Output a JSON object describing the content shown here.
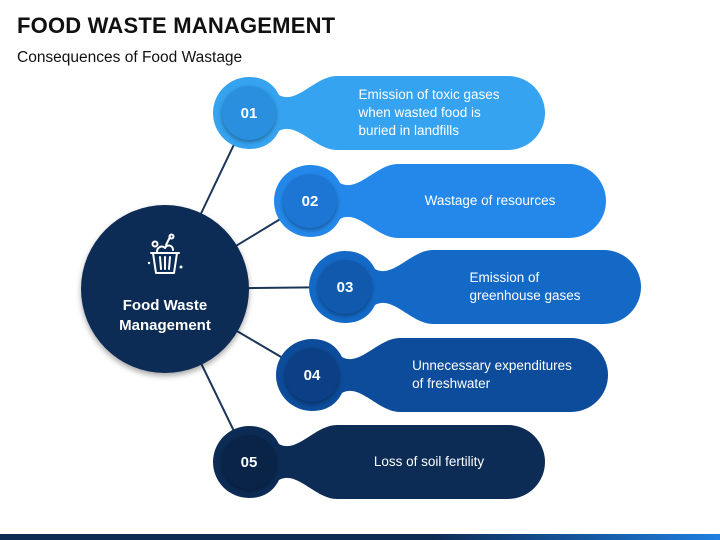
{
  "header": {
    "title": "FOOD WASTE MANAGEMENT",
    "subtitle": "Consequences of Food Wastage"
  },
  "hub": {
    "label_line1": "Food Waste",
    "label_line2": "Management",
    "icon": "trash-bin-food-icon"
  },
  "items": [
    {
      "number": "01",
      "lines": [
        "Emission of toxic gases",
        "when wasted food is",
        "buried in landfills"
      ],
      "color": "#35a3f0",
      "circle_color": "#2b8fe0"
    },
    {
      "number": "02",
      "lines": [
        "Wastage of resources"
      ],
      "color": "#2488ea",
      "circle_color": "#1d76d4"
    },
    {
      "number": "03",
      "lines": [
        "Emission of",
        "greenhouse gases"
      ],
      "color": "#1469c6",
      "circle_color": "#1159ac"
    },
    {
      "number": "04",
      "lines": [
        "Unnecessary expenditures",
        "of freshwater"
      ],
      "color": "#0d4c9a",
      "circle_color": "#0b4086"
    },
    {
      "number": "05",
      "lines": [
        "Loss of soil fertility"
      ],
      "color": "#0c2b55",
      "circle_color": "#0a2448"
    }
  ],
  "colors": {
    "hub": "#0c2b55",
    "connector": "#1a3558"
  }
}
